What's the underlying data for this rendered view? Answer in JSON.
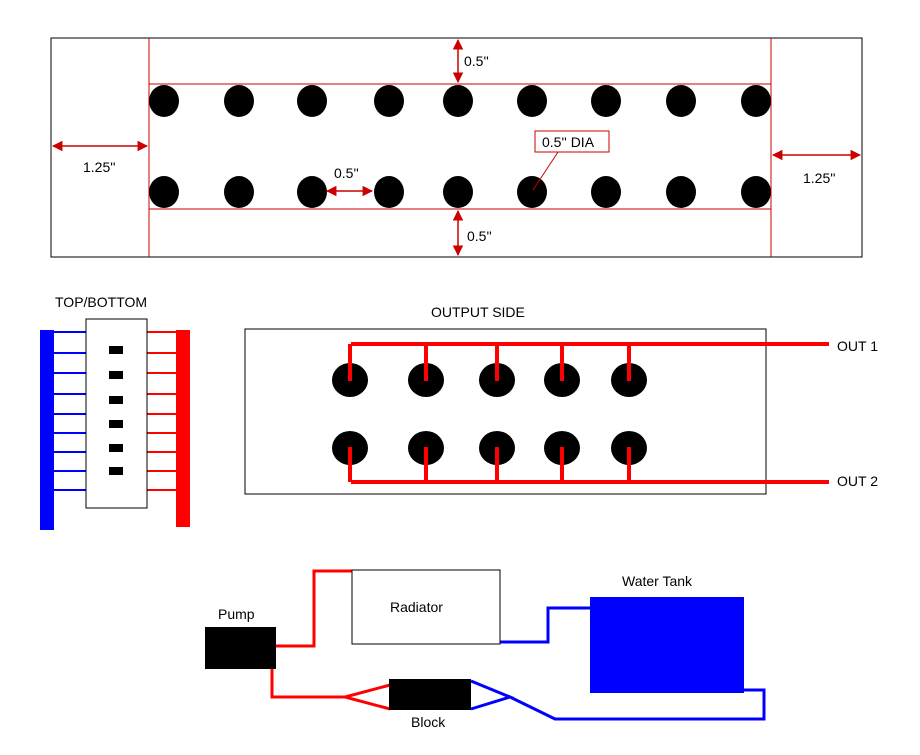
{
  "colors": {
    "red": "#ff0000",
    "blue": "#0000ff",
    "black": "#000000",
    "dim_line": "#cc0000"
  },
  "top_view": {
    "dim_top": "0.5''",
    "dim_bottom": "0.5''",
    "dim_left": "1.25''",
    "dim_right": "1.25''",
    "dim_spacing": "0.5''",
    "hole_callout": "0.5'' DIA"
  },
  "top_bottom_view": {
    "title": "TOP/BOTTOM"
  },
  "output_side": {
    "title": "OUTPUT SIDE",
    "out1": "OUT 1",
    "out2": "OUT 2"
  },
  "loop": {
    "pump": "Pump",
    "radiator": "Radiator",
    "water_tank": "Water Tank",
    "block": "Block"
  }
}
